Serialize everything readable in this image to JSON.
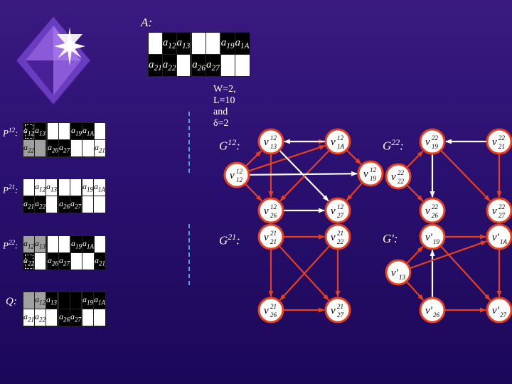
{
  "labels": {
    "A": "A:",
    "P12": "P12:",
    "P21": "P21:",
    "P22": "P22:",
    "Q": "Q:",
    "G12": "G12:",
    "G22": "G22:",
    "G21": "G21:",
    "Gp": "G':"
  },
  "caption": "W=2, L=10 and δ=2",
  "arrays": {
    "A": {
      "rows": [
        [
          [
            "",
            "w"
          ],
          [
            "a12",
            "k"
          ],
          [
            "a13",
            "k"
          ],
          [
            "",
            "w"
          ],
          [
            "",
            "w"
          ],
          [
            "",
            "w"
          ],
          [
            "",
            "w"
          ],
          [
            "",
            "w"
          ],
          [
            "a19",
            "k"
          ],
          [
            "a1A",
            "k"
          ]
        ],
        [
          [
            "a21",
            "k"
          ],
          [
            "a22",
            "k"
          ],
          [
            "",
            "w"
          ],
          [
            "",
            "w"
          ],
          [
            "",
            "w"
          ],
          [
            "a26",
            "k"
          ],
          [
            "a27",
            "k"
          ],
          [
            "",
            "w"
          ],
          [
            "",
            "w"
          ],
          [
            "",
            "w"
          ]
        ]
      ]
    },
    "P12": {
      "rows": [
        [
          [
            "a12",
            "k"
          ],
          [
            "a13",
            "k"
          ],
          [
            "",
            "w"
          ],
          [
            "",
            "w"
          ],
          [
            "",
            "w"
          ],
          [
            "",
            "w"
          ],
          [
            "",
            "w"
          ],
          [
            "a19",
            "k"
          ],
          [
            "a1A",
            "k"
          ],
          [
            "",
            "w"
          ]
        ],
        [
          [
            "a22",
            "g"
          ],
          [
            "",
            "g"
          ],
          [
            "",
            "g"
          ],
          [
            "",
            "w"
          ],
          [
            "a26",
            "k"
          ],
          [
            "a27",
            "k"
          ],
          [
            "",
            "w"
          ],
          [
            "",
            "w"
          ],
          [
            "",
            "w"
          ],
          [
            "a21",
            "w"
          ]
        ]
      ]
    },
    "P21": {
      "rows": [
        [
          [
            "",
            "w"
          ],
          [
            "a12",
            "w"
          ],
          [
            "a13",
            "w"
          ],
          [
            "",
            "w"
          ],
          [
            "",
            "w"
          ],
          [
            "",
            "w"
          ],
          [
            "",
            "w"
          ],
          [
            "",
            "w"
          ],
          [
            "a19",
            "w"
          ],
          [
            "a1A",
            "w"
          ]
        ],
        [
          [
            "a21",
            "k"
          ],
          [
            "a22",
            "k"
          ],
          [
            "",
            "w"
          ],
          [
            "",
            "w"
          ],
          [
            "",
            "w"
          ],
          [
            "a26",
            "k"
          ],
          [
            "a27",
            "k"
          ],
          [
            "",
            "w"
          ],
          [
            "",
            "w"
          ],
          [
            "",
            "w"
          ]
        ]
      ]
    },
    "P22": {
      "rows": [
        [
          [
            "a12",
            "g"
          ],
          [
            "a13",
            "g"
          ],
          [
            "",
            "g"
          ],
          [
            "",
            "w"
          ],
          [
            "",
            "w"
          ],
          [
            "",
            "w"
          ],
          [
            "",
            "w"
          ],
          [
            "a19",
            "k"
          ],
          [
            "a1A",
            "k"
          ],
          [
            "",
            "w"
          ]
        ],
        [
          [
            "a22",
            "k"
          ],
          [
            "",
            "w"
          ],
          [
            "",
            "w"
          ],
          [
            "",
            "w"
          ],
          [
            "a26",
            "k"
          ],
          [
            "a27",
            "k"
          ],
          [
            "",
            "w"
          ],
          [
            "",
            "w"
          ],
          [
            "",
            "w"
          ],
          [
            "a21",
            "k"
          ]
        ]
      ]
    },
    "Q": {
      "rows": [
        [
          [
            "",
            "g"
          ],
          [
            "a12",
            "g"
          ],
          [
            "a13",
            "k"
          ],
          [
            "",
            "k"
          ],
          [
            "",
            "k"
          ],
          [
            "",
            "k"
          ],
          [
            "",
            "k"
          ],
          [
            "",
            "w"
          ],
          [
            "a19",
            "k"
          ],
          [
            "a1A",
            "k"
          ]
        ],
        [
          [
            "a21",
            "w"
          ],
          [
            "a22",
            "w"
          ],
          [
            "",
            "w"
          ],
          [
            "",
            "w"
          ],
          [
            "",
            "w"
          ],
          [
            "a26",
            "k"
          ],
          [
            "a27",
            "k"
          ],
          [
            "",
            "w"
          ],
          [
            "",
            "w"
          ],
          [
            "",
            "w"
          ]
        ]
      ]
    }
  },
  "graphs": {
    "G12": {
      "nodes": [
        {
          "id": "n13",
          "name": "v",
          "sup": "12",
          "sub": "13"
        },
        {
          "id": "n1A",
          "name": "v",
          "sup": "12",
          "sub": "1A"
        },
        {
          "id": "n12",
          "name": "v",
          "sup": "12",
          "sub": "12"
        },
        {
          "id": "n19",
          "name": "v",
          "sup": "12",
          "sub": "19"
        },
        {
          "id": "n26",
          "name": "v",
          "sup": "12",
          "sub": "26"
        },
        {
          "id": "n27",
          "name": "v",
          "sup": "12",
          "sub": "27"
        }
      ]
    },
    "G22": {
      "nodes": [
        {
          "id": "m19",
          "name": "v",
          "sup": "22",
          "sub": "19"
        },
        {
          "id": "m21",
          "name": "v",
          "sup": "22",
          "sub": "21"
        },
        {
          "id": "m22",
          "name": "v",
          "sup": "22",
          "sub": "22"
        },
        {
          "id": "m26",
          "name": "v",
          "sup": "22",
          "sub": "26"
        },
        {
          "id": "m27",
          "name": "v",
          "sup": "22",
          "sub": "27"
        }
      ]
    },
    "G21": {
      "nodes": [
        {
          "id": "k21",
          "name": "v",
          "sup": "21",
          "sub": "21"
        },
        {
          "id": "k22",
          "name": "v",
          "sup": "21",
          "sub": "22"
        },
        {
          "id": "k26",
          "name": "v",
          "sup": "21",
          "sub": "26"
        },
        {
          "id": "k27",
          "name": "v",
          "sup": "21",
          "sub": "27"
        }
      ]
    },
    "Gp": {
      "nodes": [
        {
          "id": "p19",
          "name": "v'",
          "sup": "",
          "sub": "19"
        },
        {
          "id": "p1A",
          "name": "v'",
          "sup": "",
          "sub": "1A"
        },
        {
          "id": "p13",
          "name": "v'",
          "sup": "",
          "sub": "13"
        },
        {
          "id": "p26",
          "name": "v'",
          "sup": "",
          "sub": "26"
        },
        {
          "id": "p27",
          "name": "v'",
          "sup": "",
          "sub": "27"
        }
      ]
    }
  },
  "colors": {
    "edge_red": "#e8401c",
    "edge_white": "#ffffff",
    "node_fill": "#ffffff",
    "node_ring": "#e8401c",
    "dashed_line": "#4aa0e8"
  }
}
